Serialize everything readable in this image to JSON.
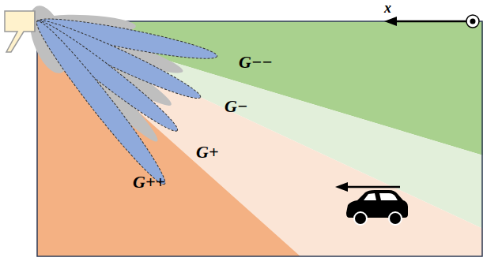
{
  "diagram": {
    "nodes": [
      {
        "text": [
          "G−−"
        ]
      },
      {
        "text": [
          "G−"
        ]
      },
      {
        "text": [
          "G+"
        ]
      },
      {
        "text": [
          "G++"
        ]
      }
    ],
    "labels": [
      "x"
    ]
  }
}
